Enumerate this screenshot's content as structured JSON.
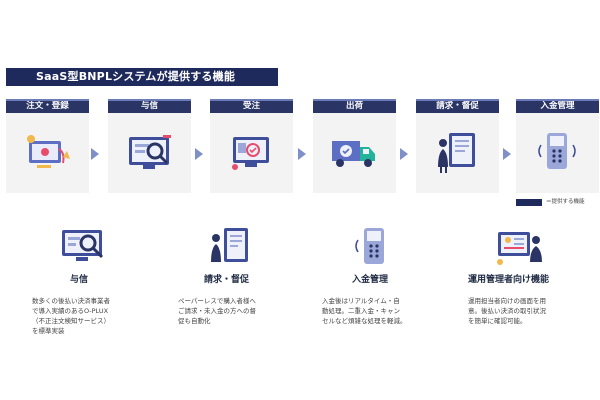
{
  "title": "SaaS型BNPLシステムが提供する機能",
  "steps": [
    {
      "label": "注文・登録",
      "icon": "order-registration-icon"
    },
    {
      "label": "与信",
      "icon": "credit-check-icon"
    },
    {
      "label": "受注",
      "icon": "order-acceptance-icon"
    },
    {
      "label": "出荷",
      "icon": "shipping-truck-icon"
    },
    {
      "label": "請求・督促",
      "icon": "invoice-document-icon"
    },
    {
      "label": "入金管理",
      "icon": "payment-terminal-icon"
    }
  ],
  "legend": {
    "text": "＝提供する機能",
    "color": "#1f2a5c"
  },
  "features": [
    {
      "title": "与信",
      "icon": "credit-check-icon",
      "desc": [
        "数多くの後払い決済事業者",
        "で導入実績のあるO-PLUX",
        "（不正注文検知サービス）",
        "を標準実装"
      ]
    },
    {
      "title": "請求・督促",
      "icon": "invoice-document-icon",
      "desc": [
        "ペーパーレスで購入者様へ",
        "ご請求・未入金の方への督",
        "促も自動化"
      ]
    },
    {
      "title": "入金管理",
      "icon": "payment-terminal-icon",
      "desc": [
        "入金後はリアルタイム・自",
        "動処理。二重入金・キャン",
        "セルなど煩雑な処理を軽減。"
      ]
    },
    {
      "title": "運用管理者向け機能",
      "icon": "admin-dashboard-icon",
      "desc": [
        "運用担当者向けの画面を用",
        "意。後払い決済の取引状況",
        "を簡単に確認可能。"
      ]
    }
  ]
}
